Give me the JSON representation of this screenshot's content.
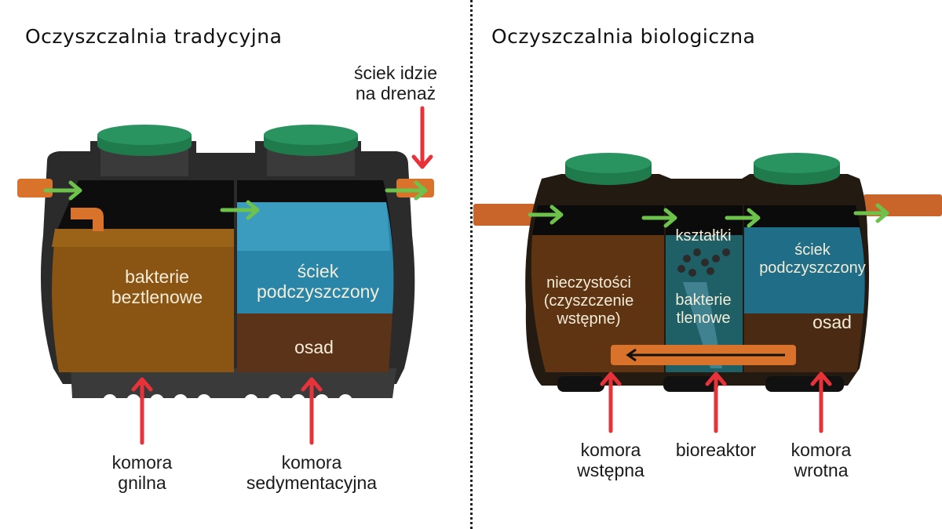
{
  "left": {
    "title": "Oczyszczalnia tradycyjna",
    "outlet_label": [
      "ściek idzie",
      "na drenaż"
    ],
    "chamber_labels": {
      "anaerobic": [
        "bakterie",
        "beztlenowe"
      ],
      "treated": [
        "ściek",
        "podczyszczony"
      ],
      "sludge": "osad"
    },
    "bottom_labels": [
      [
        "komora",
        "gnilna"
      ],
      [
        "komora",
        "sedymentacyjna"
      ]
    ]
  },
  "right": {
    "title": "Oczyszczalnia biologiczna",
    "chamber_labels": {
      "impurities": [
        "nieczystości",
        "(czyszczenie",
        "wstępne)"
      ],
      "media": "kształtki",
      "aerobic": [
        "bakterie",
        "tlenowe"
      ],
      "treated": [
        "ściek",
        "podczyszczony"
      ],
      "sludge": "osad"
    },
    "bottom_labels": [
      [
        "komora",
        "wstępna"
      ],
      [
        "bioreaktor"
      ],
      [
        "komora",
        "wrotna"
      ]
    ]
  },
  "colors": {
    "flow_arrow": "#6cc24a",
    "pointer_arrow": "#e8323a",
    "pipe": "#d9722a",
    "lid": "#1f7a4c",
    "tank_body": "#2b2b2b",
    "anaerobic": "#8a5412",
    "treated_water": "#2a86a8",
    "sludge": "#5a3318"
  }
}
